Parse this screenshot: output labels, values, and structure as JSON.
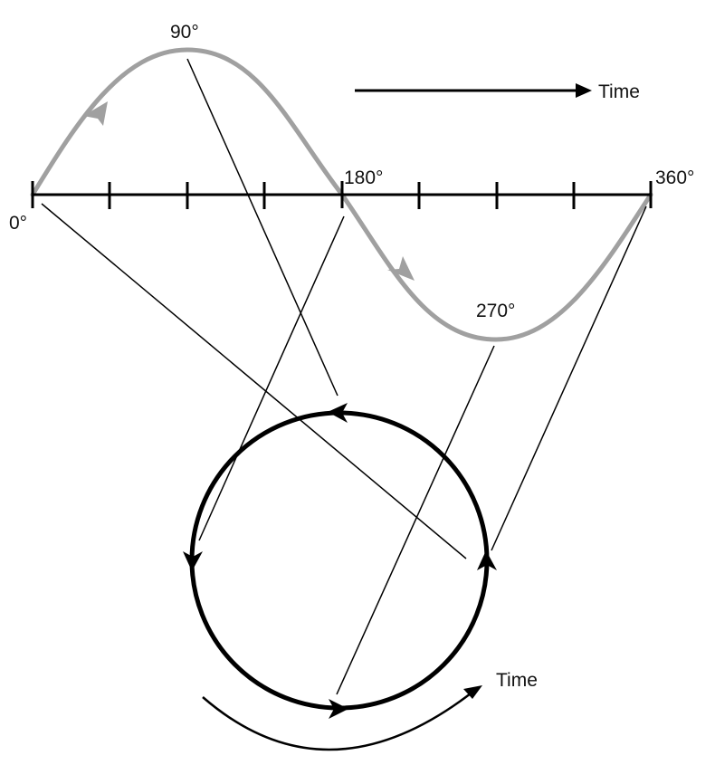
{
  "labels": {
    "deg_0": "0°",
    "deg_90": "90°",
    "deg_180": "180°",
    "deg_270": "270°",
    "deg_360": "360°",
    "time_top": "Time",
    "time_bottom": "Time"
  },
  "colors": {
    "sine_wave": "#a0a0a0",
    "lines": "#000000",
    "background": "#ffffff"
  },
  "icons": {
    "sine_direction": "arrowhead",
    "circle_direction": "arrowhead",
    "time_arrow": "arrow-right"
  }
}
